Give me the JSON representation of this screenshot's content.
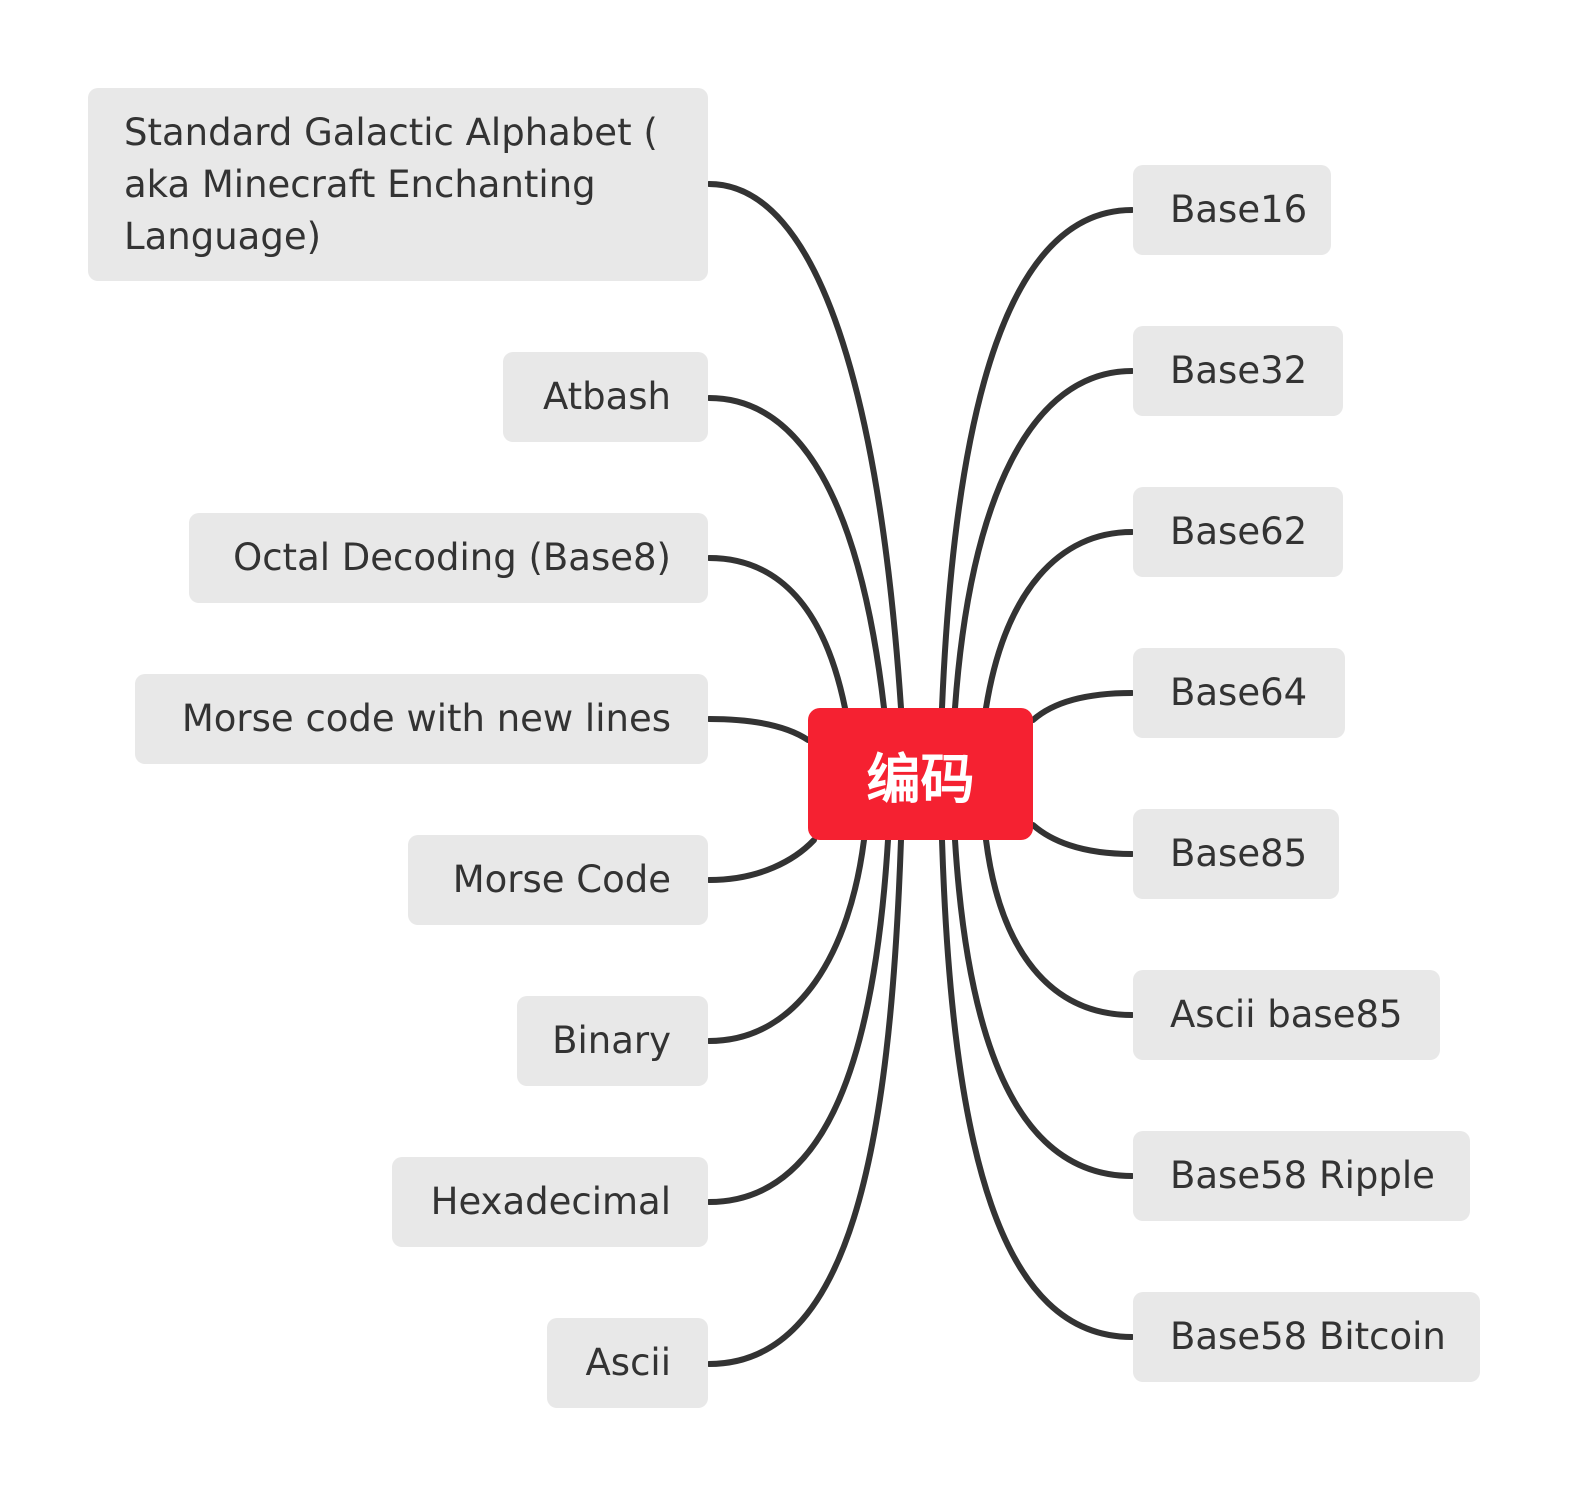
{
  "center": {
    "label": "编码"
  },
  "left_nodes": [
    {
      "id": "standard-galactic-alphabet",
      "label": "Standard Galactic Alphabet ( aka Minecraft Enchanting Language)"
    },
    {
      "id": "atbash",
      "label": "Atbash"
    },
    {
      "id": "octal-decoding",
      "label": "Octal Decoding (Base8)"
    },
    {
      "id": "morse-code-new-lines",
      "label": "Morse code with new lines"
    },
    {
      "id": "morse-code",
      "label": "Morse Code"
    },
    {
      "id": "binary",
      "label": "Binary"
    },
    {
      "id": "hexadecimal",
      "label": "Hexadecimal"
    },
    {
      "id": "ascii",
      "label": "Ascii"
    }
  ],
  "right_nodes": [
    {
      "id": "base16",
      "label": "Base16"
    },
    {
      "id": "base32",
      "label": "Base32"
    },
    {
      "id": "base62",
      "label": "Base62"
    },
    {
      "id": "base64",
      "label": "Base64"
    },
    {
      "id": "base85",
      "label": "Base85"
    },
    {
      "id": "ascii-base85",
      "label": "Ascii base85"
    },
    {
      "id": "base58-ripple",
      "label": "Base58 Ripple"
    },
    {
      "id": "base58-bitcoin",
      "label": "Base58 Bitcoin"
    }
  ],
  "colors": {
    "center_fill": "#f52131",
    "node_fill": "#e8e8e8",
    "line": "#333333",
    "text": "#333333"
  }
}
